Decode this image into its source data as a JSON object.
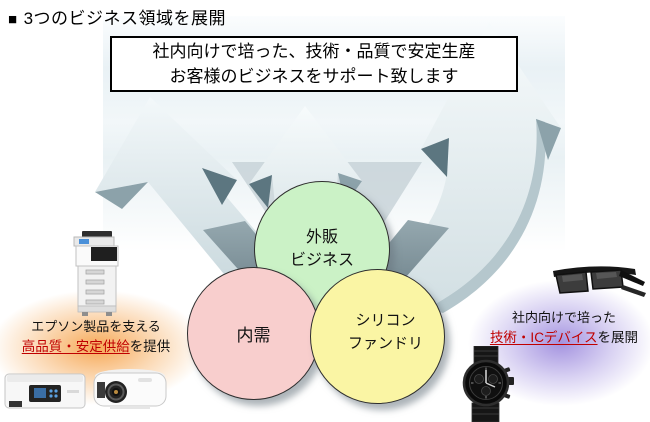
{
  "header": {
    "bullet": "■",
    "title": "3つのビジネス領域を展開"
  },
  "banner": {
    "line1": "社内向けで培った、技術・品質で安定生産",
    "line2": "お客様のビジネスをサポート致します"
  },
  "circles": {
    "gaihan": {
      "line1": "外販",
      "line2": "ビジネス",
      "color": "#cbf2c6"
    },
    "naiju": {
      "label": "内需",
      "color": "#f8cecd"
    },
    "silicon": {
      "line1": "シリコン",
      "line2": "ファンドリ",
      "color": "#faf5a4"
    }
  },
  "left_callout": {
    "line1": "エプソン製品を支える",
    "highlight": "高品質・安定供給",
    "suffix": "を提供",
    "glow_color": "#f59a3a",
    "products": [
      "mfp-copier",
      "inkjet-printer",
      "projector"
    ]
  },
  "right_callout": {
    "line1": "社内向けで培った",
    "highlight": "技術・ICデバイス",
    "suffix": "を展開",
    "glow_color": "#8d78d8",
    "products": [
      "smart-glasses",
      "wristwatch"
    ]
  },
  "colors": {
    "highlight_text": "#c00000",
    "arrow_light": "#eef4f6",
    "arrow_mid": "#c9d8dd",
    "arrow_facet_dark": "#5c7680",
    "arrow_tail_dark": "#5d717a",
    "banner_border": "#000000"
  }
}
